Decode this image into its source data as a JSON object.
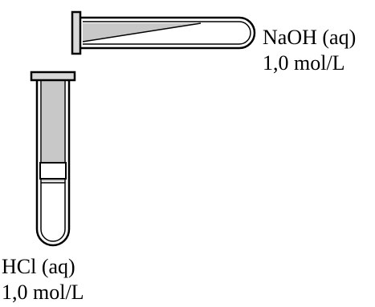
{
  "tubes": [
    {
      "id": "naoh-tube",
      "label_line1": "NaOH (aq)",
      "label_line2": "1,0 mol/L"
    },
    {
      "id": "hcl-tube",
      "label_line1": "HCl (aq)",
      "label_line2": "1,0 mol/L"
    }
  ],
  "colors": {
    "outline": "#000000",
    "glass": "#ffffff",
    "liquid": "#c8c8c8",
    "rim": "#d8d8d8"
  }
}
